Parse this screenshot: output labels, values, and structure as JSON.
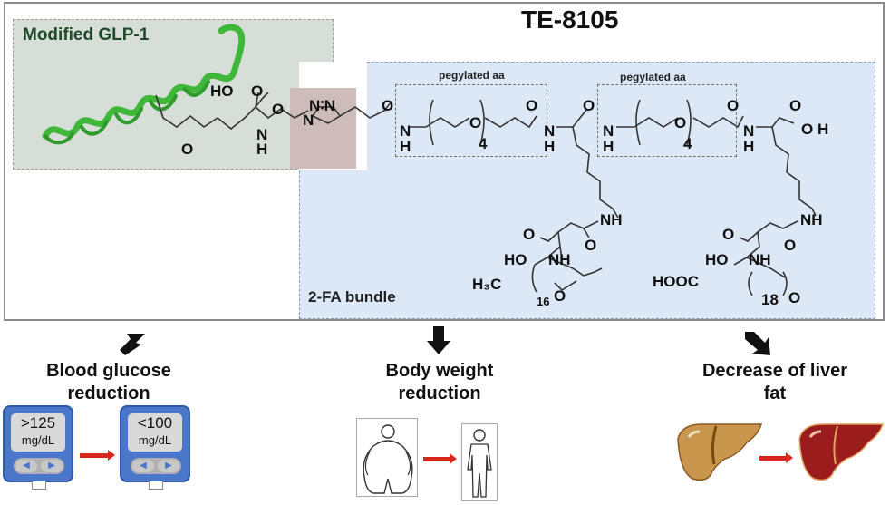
{
  "title": "TE-8105",
  "sections": {
    "glp1_label": "Modified GLP-1",
    "fa_bundle_label": "2-FA bundle",
    "peg_labels": [
      "pegylated aa",
      "pegylated aa"
    ]
  },
  "chem_labels": {
    "glp_acid": "HO",
    "glp_acid_o": "O",
    "glp_keto_o": "O",
    "glp_amide_o": "O",
    "glp_nh_n": "N",
    "glp_nh_h": "H",
    "triazole_nn": "N∶N",
    "triazole_n": "N",
    "peg1_o_top": "O",
    "peg1_n": "N",
    "peg1_h": "H",
    "peg1_o": "O",
    "peg1_rep": "4",
    "peg1_o_end": "O",
    "lys1_n": "N",
    "lys1_h": "H",
    "lys1_o": "O",
    "peg2_n": "N",
    "peg2_h": "H",
    "peg2_o": "O",
    "peg2_rep": "4",
    "peg2_o_end": "O",
    "lys2_n": "N",
    "lys2_h": "H",
    "lys2_cooh_o": "O",
    "lys2_oh": "O H",
    "fa1_nh": "NH",
    "fa1_o_top": "O",
    "fa1_o_side": "O",
    "fa1_ho": "HO",
    "fa1_nh2": "NH",
    "fa1_h3c": "H₃C",
    "fa1_rep": "16",
    "fa1_o_end": "O",
    "fa2_nh": "NH",
    "fa2_o_top": "O",
    "fa2_o_side": "O",
    "fa2_ho": "HO",
    "fa2_nh2": "NH",
    "fa2_hooc": "HOOC",
    "fa2_rep": "18",
    "fa2_o_end": "O"
  },
  "outcomes": [
    {
      "line1": "Blood glucose",
      "line2": "reduction"
    },
    {
      "line1": "Body weight",
      "line2": "reduction"
    },
    {
      "line1": "Decrease of liver",
      "line2": "fat"
    }
  ],
  "glucose_meters": [
    {
      "value": ">125",
      "unit": "mg/dL"
    },
    {
      "value": "<100",
      "unit": "mg/dL"
    }
  ],
  "colors": {
    "helix": "#3fb83a",
    "glp_box": "#d7ddd7",
    "triazole_box": "#cdbcba",
    "fa_box": "#dce8f6",
    "meter": "#4a77c9",
    "red_arrow": "#d8261d",
    "fatty_liver": "#c9964e",
    "healthy_liver": "#9b1c1c"
  }
}
